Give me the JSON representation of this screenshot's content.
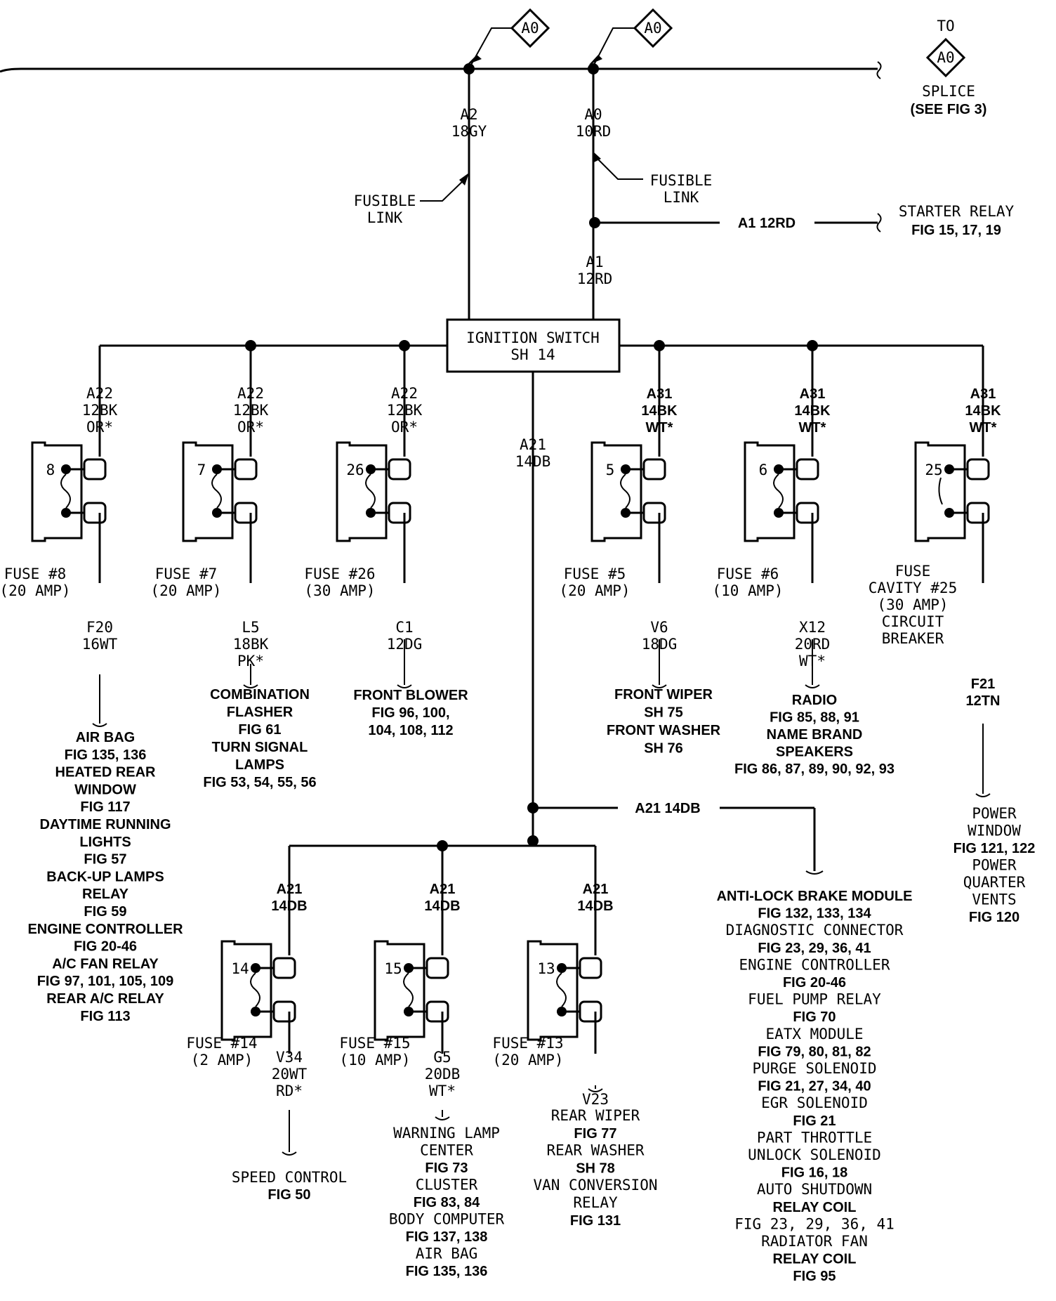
{
  "top": {
    "connectors": [
      "A0",
      "A0"
    ],
    "splice": {
      "to": "TO",
      "code": "A0",
      "label": "SPLICE",
      "ref": "(SEE FIG 3)"
    },
    "wire_left": [
      "A2",
      "18GY"
    ],
    "wire_right": [
      "A0",
      "10RD"
    ],
    "fusible_left": [
      "FUSIBLE",
      "LINK"
    ],
    "fusible_right": [
      "FUSIBLE",
      "LINK"
    ],
    "a1_branch": "A1 12RD",
    "starter": [
      "STARTER RELAY",
      "FIG 15, 17, 19"
    ],
    "a1_down": [
      "A1",
      "12RD"
    ]
  },
  "ignition": [
    "IGNITION SWITCH",
    "SH 14"
  ],
  "fuses": [
    {
      "num": "8",
      "wire_in": [
        "A22",
        "12BK",
        "OR*"
      ],
      "label": [
        "FUSE #8",
        "(20 AMP)"
      ],
      "wire_out": [
        "F20",
        "16WT"
      ]
    },
    {
      "num": "7",
      "wire_in": [
        "A22",
        "12BK",
        "OR*"
      ],
      "label": [
        "FUSE #7",
        "(20 AMP)"
      ],
      "wire_out": [
        "L5",
        "18BK",
        "PK*"
      ]
    },
    {
      "num": "26",
      "wire_in": [
        "A22",
        "12BK",
        "OR*"
      ],
      "label": [
        "FUSE #26",
        "(30 AMP)"
      ],
      "wire_out": [
        "C1",
        "12DG"
      ]
    },
    {
      "num": "5",
      "wire_in": [
        "A31",
        "14BK",
        "WT*"
      ],
      "label": [
        "FUSE #5",
        "(20 AMP)"
      ],
      "wire_out": [
        "V6",
        "18DG"
      ]
    },
    {
      "num": "6",
      "wire_in": [
        "A31",
        "14BK",
        "WT*"
      ],
      "label": [
        "FUSE #6",
        "(10 AMP)"
      ],
      "wire_out": [
        "X12",
        "20RD",
        "WT*"
      ]
    },
    {
      "num": "25",
      "wire_in": [
        "A31",
        "14BK",
        "WT*"
      ],
      "label": [
        "FUSE",
        "CAVITY #25",
        "(30 AMP)",
        "CIRCUIT",
        "BREAKER"
      ],
      "wire_out": [
        "F21",
        "12TN"
      ]
    }
  ],
  "a21_center": [
    "A21",
    "14DB"
  ],
  "a21_branch": "A21 14DB",
  "lower_fuses": [
    {
      "num": "14",
      "wire_in": [
        "A21",
        "14DB"
      ],
      "label": [
        "FUSE #14",
        "(2 AMP)"
      ],
      "wire_out": [
        "V34",
        "20WT",
        "RD*"
      ]
    },
    {
      "num": "15",
      "wire_in": [
        "A21",
        "14DB"
      ],
      "label": [
        "FUSE #15",
        "(10 AMP)"
      ],
      "wire_out": [
        "G5",
        "20DB",
        "WT*"
      ]
    },
    {
      "num": "13",
      "wire_in": [
        "A21",
        "14DB"
      ],
      "label": [
        "FUSE #13",
        "(20 AMP)"
      ],
      "wire_out": [
        "V23"
      ]
    }
  ],
  "destinations": {
    "airbag": [
      "AIR BAG",
      "FIG 135, 136",
      "HEATED REAR",
      "WINDOW",
      "FIG 117",
      "DAYTIME RUNNING",
      "LIGHTS",
      "FIG 57",
      "BACK-UP LAMPS",
      "RELAY",
      "FIG 59",
      "ENGINE CONTROLLER",
      "FIG 20-46",
      "A/C FAN RELAY",
      "FIG 97, 101, 105, 109",
      "REAR A/C RELAY",
      "FIG 113"
    ],
    "combo": [
      "COMBINATION",
      "FLASHER",
      "FIG 61",
      "TURN SIGNAL",
      "LAMPS",
      "FIG 53, 54, 55, 56"
    ],
    "blower": [
      "FRONT BLOWER",
      "FIG 96, 100,",
      "104, 108, 112"
    ],
    "wiper": [
      "FRONT WIPER",
      "SH 75",
      "FRONT WASHER",
      "SH 76"
    ],
    "radio": [
      "RADIO",
      "FIG 85, 88, 91",
      "NAME BRAND",
      "SPEAKERS",
      "FIG 86, 87, 89, 90, 92, 93"
    ],
    "power": [
      "POWER",
      "WINDOW",
      "FIG 121, 122",
      "POWER",
      "QUARTER",
      "VENTS",
      "FIG 120"
    ],
    "abs": [
      "ANTI-LOCK BRAKE MODULE",
      "FIG 132, 133, 134",
      "DIAGNOSTIC CONNECTOR",
      "FIG 23, 29, 36, 41",
      "ENGINE CONTROLLER",
      "FIG 20-46",
      "FUEL PUMP RELAY",
      "FIG 70",
      "EATX MODULE",
      "FIG 79, 80, 81, 82",
      "PURGE SOLENOID",
      "FIG 21, 27, 34, 40",
      "EGR SOLENOID",
      "FIG 21",
      "PART THROTTLE",
      "UNLOCK SOLENOID",
      "FIG 16, 18",
      "AUTO SHUTDOWN",
      "RELAY COIL",
      "FIG 23, 29, 36, 41",
      "RADIATOR FAN",
      "RELAY COIL",
      "FIG 95"
    ],
    "speed": [
      "SPEED CONTROL",
      "FIG 50"
    ],
    "warning": [
      "WARNING LAMP",
      "CENTER",
      "FIG 73",
      "CLUSTER",
      "FIG 83, 84",
      "BODY COMPUTER",
      "FIG 137, 138",
      "AIR BAG",
      "FIG 135, 136"
    ],
    "rear": [
      "REAR WIPER",
      "FIG 77",
      "REAR WASHER",
      "SH 78",
      "VAN CONVERSION",
      "RELAY",
      "FIG 131"
    ]
  }
}
